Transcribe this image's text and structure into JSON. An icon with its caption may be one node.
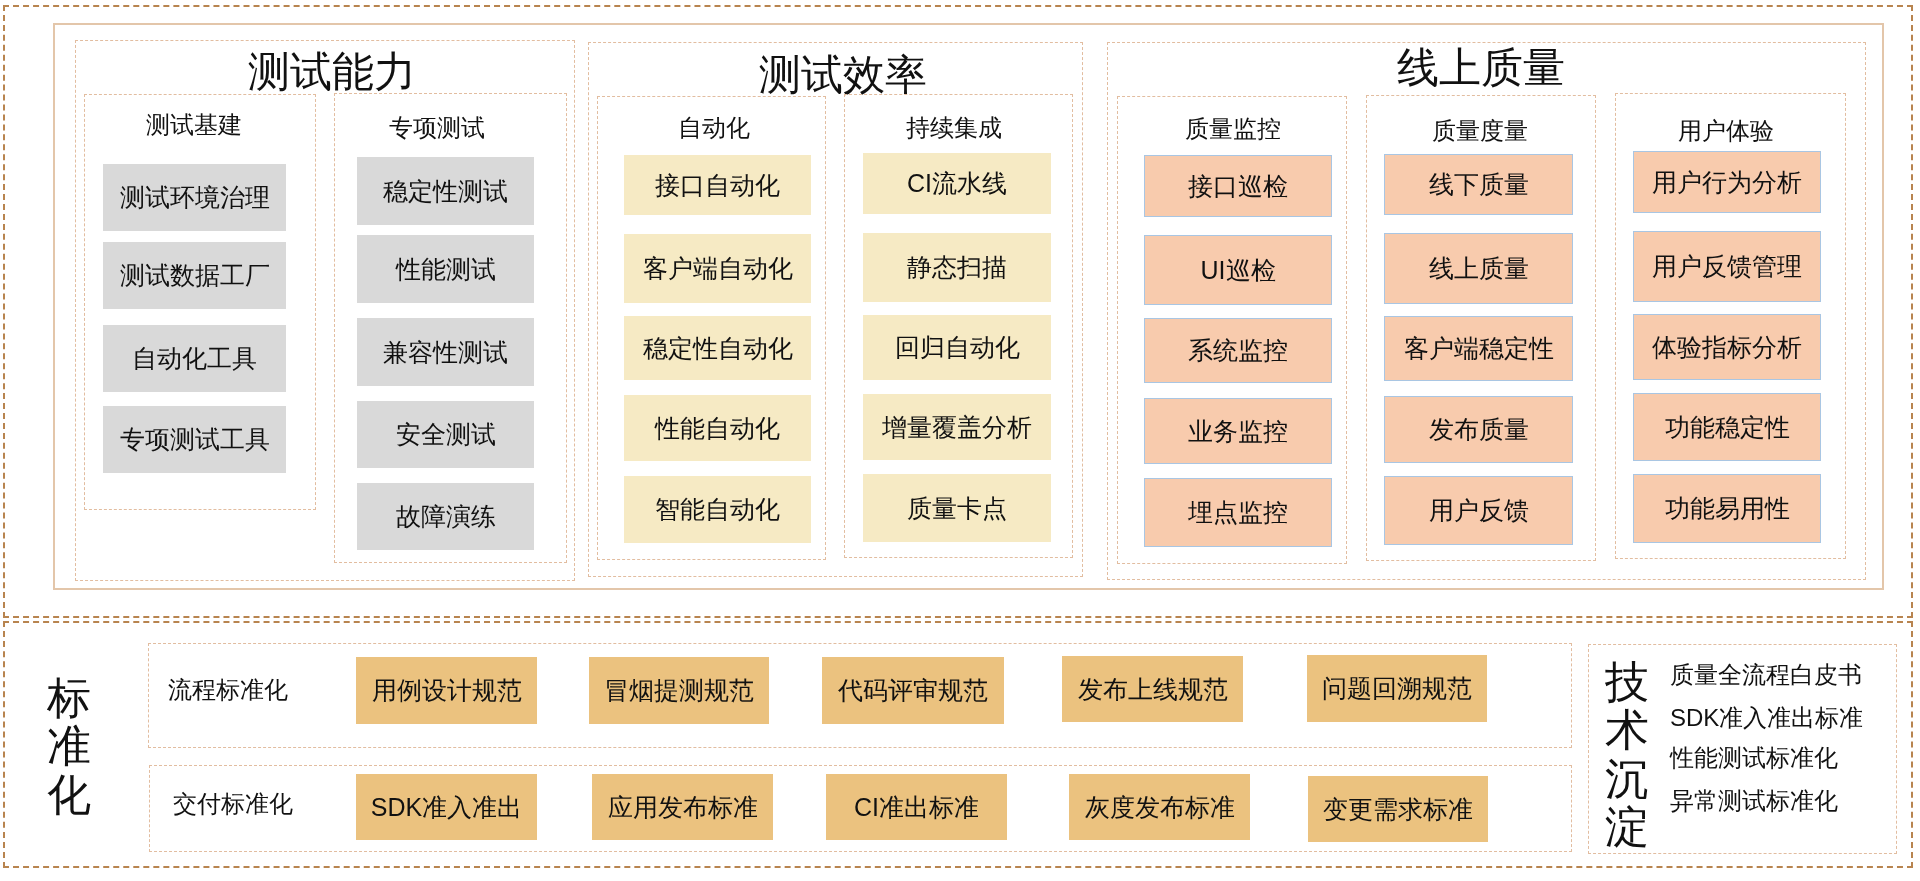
{
  "diagram": {
    "nodes": [
      {
        "text": [],
        "shape": "box"
      },
      {
        "text": [],
        "shape": "box",
        "in": 0
      },
      {
        "text": [
          "测试能力"
        ],
        "in": 1
      },
      {
        "text": [
          "测试基建"
        ],
        "in": 2
      },
      {
        "text": [
          "测试环境治理"
        ],
        "in": 3
      },
      {
        "text": [
          "测试数据工厂"
        ],
        "in": 3
      },
      {
        "text": [
          "自动化工具"
        ],
        "in": 3
      },
      {
        "text": [
          "专项测试工具"
        ],
        "in": 3
      },
      {
        "text": [
          "专项测试"
        ],
        "in": 2
      },
      {
        "text": [
          "稳定性测试"
        ],
        "in": 8
      },
      {
        "text": [
          "性能测试"
        ],
        "in": 8
      },
      {
        "text": [
          "兼容性测试"
        ],
        "in": 8
      },
      {
        "text": [
          "安全测试"
        ],
        "in": 8
      },
      {
        "text": [
          "故障演练"
        ],
        "in": 8
      },
      {
        "text": [
          "测试效率"
        ],
        "in": 1
      },
      {
        "text": [
          "自动化"
        ],
        "in": 14
      },
      {
        "text": [
          "接口自动化"
        ],
        "in": 15
      },
      {
        "text": [
          "客户端自动化"
        ],
        "in": 15
      },
      {
        "text": [
          "稳定性自动化"
        ],
        "in": 15
      },
      {
        "text": [
          "性能自动化"
        ],
        "in": 15
      },
      {
        "text": [
          "智能自动化"
        ],
        "in": 15
      },
      {
        "text": [
          "持续集成"
        ],
        "in": 14
      },
      {
        "text": [
          "CI流水线"
        ],
        "in": 21
      },
      {
        "text": [
          "静态扫描"
        ],
        "in": 21
      },
      {
        "text": [
          "回归自动化"
        ],
        "in": 21
      },
      {
        "text": [
          "增量覆盖分析"
        ],
        "in": 21
      },
      {
        "text": [
          "质量卡点"
        ],
        "in": 21
      },
      {
        "text": [
          "线上质量"
        ],
        "in": 1
      },
      {
        "text": [
          "质量监控"
        ],
        "in": 27
      },
      {
        "text": [
          "接口巡检"
        ],
        "in": 28
      },
      {
        "text": [
          "UI巡检"
        ],
        "in": 28
      },
      {
        "text": [
          "系统监控"
        ],
        "in": 28
      },
      {
        "text": [
          "业务监控"
        ],
        "in": 28
      },
      {
        "text": [
          "埋点监控"
        ],
        "in": 28
      },
      {
        "text": [
          "质量度量"
        ],
        "in": 27
      },
      {
        "text": [
          "线下质量"
        ],
        "in": 34
      },
      {
        "text": [
          "线上质量"
        ],
        "in": 34
      },
      {
        "text": [
          "客户端稳定性"
        ],
        "in": 34
      },
      {
        "text": [
          "发布质量"
        ],
        "in": 34
      },
      {
        "text": [
          "用户反馈"
        ],
        "in": 34
      },
      {
        "text": [
          "用户体验"
        ],
        "in": 27
      },
      {
        "text": [
          "用户行为分析"
        ],
        "in": 40
      },
      {
        "text": [
          "用户反馈管理"
        ],
        "in": 40
      },
      {
        "text": [
          "体验指标分析"
        ],
        "in": 40
      },
      {
        "text": [
          "功能稳定性"
        ],
        "in": 40
      },
      {
        "text": [
          "功能易用性"
        ],
        "in": 40
      },
      {
        "text": [
          "标准化"
        ]
      },
      {
        "text": [
          "流程标准化"
        ],
        "in": 46
      },
      {
        "text": [
          "用例设计规范"
        ],
        "in": 47
      },
      {
        "text": [
          "冒烟提测规范"
        ],
        "in": 47
      },
      {
        "text": [
          "代码评审规范"
        ],
        "in": 47
      },
      {
        "text": [
          "发布上线规范"
        ],
        "in": 47
      },
      {
        "text": [
          "问题回溯规范"
        ],
        "in": 47
      },
      {
        "text": [
          "交付标准化"
        ],
        "in": 46
      },
      {
        "text": [
          "SDK准入准出"
        ],
        "in": 53
      },
      {
        "text": [
          "应用发布标准"
        ],
        "in": 53
      },
      {
        "text": [
          "CI准出标准"
        ],
        "in": 53
      },
      {
        "text": [
          "灰度发布标准"
        ],
        "in": 53
      },
      {
        "text": [
          "变更需求标准"
        ],
        "in": 53
      },
      {
        "text": [
          "技术沉淀",
          "质量全流程白皮书",
          "SDK准入准出标准",
          "性能测试标准化",
          "异常测试标准化"
        ],
        "in": 46
      }
    ]
  }
}
